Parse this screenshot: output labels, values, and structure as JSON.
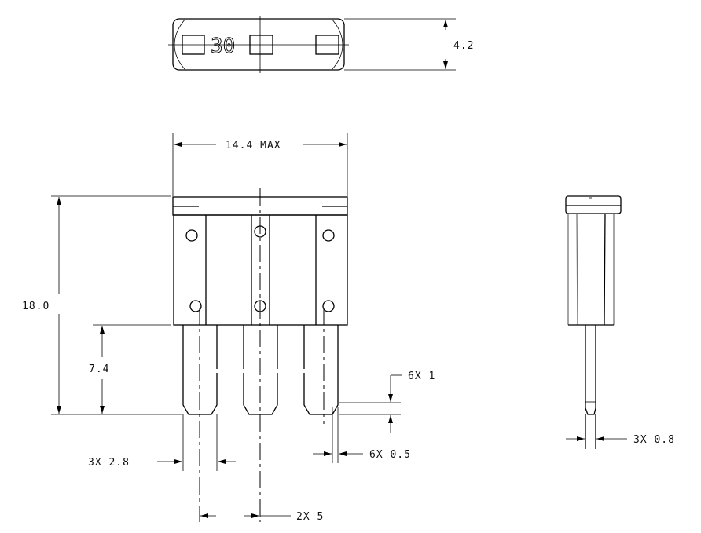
{
  "drawing": {
    "fuse_marking": "30",
    "dimensions": {
      "thickness": "4.2",
      "width": "14.4 MAX",
      "height": "18.0",
      "blade_length": "7.4",
      "tip_chamfer": "6X 1",
      "tip_step": "6X 0.5",
      "blade_width": "3X 2.8",
      "pitch": "2X 5",
      "blade_thickness": "3X 0.8"
    }
  }
}
